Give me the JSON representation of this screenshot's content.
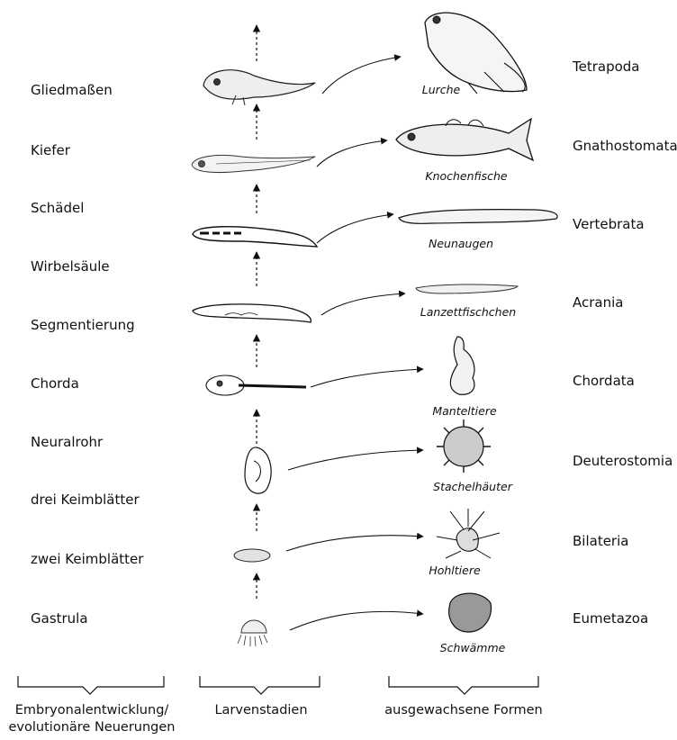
{
  "innovations": [
    "Gliedmaßen",
    "Kiefer",
    "Schädel",
    "Wirbelsäule",
    "Segmentierung",
    "Chorda",
    "Neuralrohr",
    "drei Keimblätter",
    "zwei Keimblätter",
    "Gastrula"
  ],
  "organisms": [
    "Lurche",
    "Knochenfische",
    "Neunaugen",
    "Lanzettfischchen",
    "Manteltiere",
    "Stachelhäuter",
    "Hohltiere",
    "Schwämme"
  ],
  "taxa": [
    "Tetrapoda",
    "Gnathostomata",
    "Vertebrata",
    "Acrania",
    "Chordata",
    "Deuterostomia",
    "Bilateria",
    "Eumetazoa"
  ],
  "columns": {
    "left": [
      "Embryonalentwicklung/",
      "evolutionäre Neuerungen"
    ],
    "middle": "Larvenstadien",
    "right": "ausgewachsene Formen"
  }
}
